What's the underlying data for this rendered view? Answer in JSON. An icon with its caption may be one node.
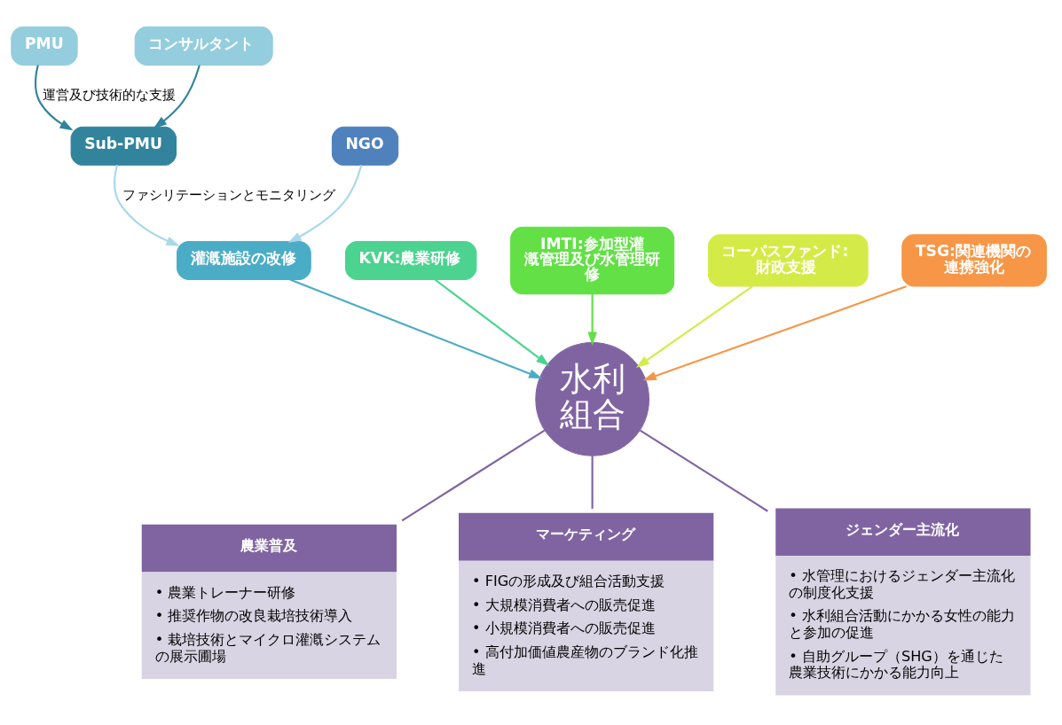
{
  "diagram": {
    "nodes": [
      {
        "text": [
          "PMU"
        ]
      },
      {
        "text": [
          "コンサルタント"
        ]
      },
      {
        "text": [
          "Sub-PMU"
        ]
      },
      {
        "text": [
          "NGO"
        ]
      },
      {
        "text": [
          "KVK:農業研修"
        ]
      },
      {
        "text": [
          "IMTI:参加型灌漑管理及び水管理研修"
        ]
      },
      {
        "text": [
          "コーパスファンド: 財政支援"
        ]
      },
      {
        "text": [
          "灌漑施設の改修"
        ]
      },
      {
        "text": [
          "水利組合"
        ]
      },
      {
        "text": [
          "TSG:関連機関の連携強化"
        ]
      },
      {
        "text": [
          "農業普及",
          "• 農業トレーナー研修",
          "• 推奨作物の改良栽培技術導入",
          "• 栽培技術とマイクロ灌漑システムの展示圃場"
        ]
      },
      {
        "text": [
          "マーケティング",
          "• FIGの形成及び組合活動支援",
          "• 大規模消費者への販売促進",
          "• 小規模消費者への販売促進",
          "• 高付加価値農産物のブランド化推進"
        ]
      },
      {
        "text": [
          "ジェンダー主流化",
          "• 水管理におけるジェンダー主流化の制度化支援",
          "• 水利組合活動にかかる女性の能力と参加の促進",
          "• 自助グループ（SHG）を通じた農業技術にかかる能力向上"
        ]
      }
    ],
    "edges": [
      {
        "from": 0,
        "to": 2,
        "arrow": "to",
        "label": "運営及び技術的な支援",
        "color": "#31849b"
      },
      {
        "from": 1,
        "to": 2,
        "arrow": "to",
        "color": "#31849b"
      },
      {
        "from": 2,
        "to": 7,
        "arrow": "to",
        "label": "ファシリテーションとモニタリング",
        "color": "#a8d8ea"
      },
      {
        "from": 3,
        "to": 7,
        "arrow": "to",
        "color": "#a8d8ea"
      },
      {
        "from": 4,
        "to": 8,
        "arrow": "to",
        "color": "#4bd38f"
      },
      {
        "from": 5,
        "to": 8,
        "arrow": "to",
        "color": "#62e046"
      },
      {
        "from": 6,
        "to": 8,
        "arrow": "to",
        "color": "#d4eb47"
      },
      {
        "from": 7,
        "to": 8,
        "arrow": "to",
        "color": "#4bacc6"
      },
      {
        "from": 9,
        "to": 8,
        "arrow": "to",
        "color": "#f79646"
      },
      {
        "from": 8,
        "to": 10,
        "arrow": "none",
        "color": "#8064a2"
      },
      {
        "from": 8,
        "to": 11,
        "arrow": "none",
        "color": "#8064a2"
      },
      {
        "from": 8,
        "to": 12,
        "arrow": "none",
        "color": "#8064a2"
      }
    ]
  }
}
